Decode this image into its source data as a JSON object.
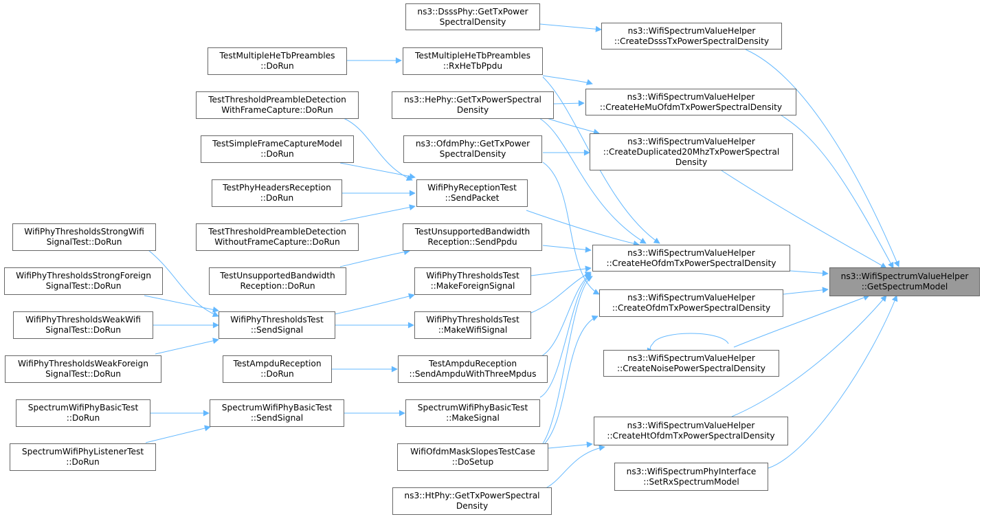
{
  "colors": {
    "edge": "#63b8ff",
    "border": "#666666",
    "root_fill": "#999999",
    "node_fill": "#ffffff"
  },
  "nodes": {
    "root": {
      "l1": "ns3::WifiSpectrumValueHelper",
      "l2": "::GetSpectrumModel"
    },
    "dsss": {
      "l1": "ns3::WifiSpectrumValueHelper",
      "l2": "::CreateDsssTxPowerSpectralDensity"
    },
    "hemu": {
      "l1": "ns3::WifiSpectrumValueHelper",
      "l2": "::CreateHeMuOfdmTxPowerSpectralDensity"
    },
    "dup20": {
      "l1": "ns3::WifiSpectrumValueHelper",
      "l2": "::CreateDuplicated20MhzTxPowerSpectral",
      "l3": "Density"
    },
    "heofdm": {
      "l1": "ns3::WifiSpectrumValueHelper",
      "l2": "::CreateHeOfdmTxPowerSpectralDensity"
    },
    "ofdm": {
      "l1": "ns3::WifiSpectrumValueHelper",
      "l2": "::CreateOfdmTxPowerSpectralDensity"
    },
    "noise": {
      "l1": "ns3::WifiSpectrumValueHelper",
      "l2": "::CreateNoisePowerSpectralDensity"
    },
    "htofdm": {
      "l1": "ns3::WifiSpectrumValueHelper",
      "l2": "::CreateHtOfdmTxPowerSpectralDensity"
    },
    "setrx": {
      "l1": "ns3::WifiSpectrumPhyInterface",
      "l2": "::SetRxSpectrumModel"
    },
    "dsssphy": {
      "l1": "ns3::DsssPhy::GetTxPower",
      "l2": "SpectralDensity"
    },
    "rxhetb": {
      "l1": "TestMultipleHeTbPreambles",
      "l2": "::RxHeTbPpdu"
    },
    "hephy": {
      "l1": "ns3::HePhy::GetTxPowerSpectral",
      "l2": "Density"
    },
    "ofdmphy": {
      "l1": "ns3::OfdmPhy::GetTxPower",
      "l2": "SpectralDensity"
    },
    "sendpacket": {
      "l1": "WifiPhyReceptionTest",
      "l2": "::SendPacket"
    },
    "sendppdu": {
      "l1": "TestUnsupportedBandwidth",
      "l2": "Reception::SendPpdu"
    },
    "foreign": {
      "l1": "WifiPhyThresholdsTest",
      "l2": "::MakeForeignSignal"
    },
    "makewifi": {
      "l1": "WifiPhyThresholdsTest",
      "l2": "::MakeWifiSignal"
    },
    "ampdu3": {
      "l1": "TestAmpduReception",
      "l2": "::SendAmpduWithThreeMpdus"
    },
    "makesignal": {
      "l1": "SpectrumWifiPhyBasicTest",
      "l2": "::MakeSignal"
    },
    "masksetup": {
      "l1": "WifiOfdmMaskSlopesTestCase",
      "l2": "::DoSetup"
    },
    "htphy": {
      "l1": "ns3::HtPhy::GetTxPowerSpectral",
      "l2": "Density"
    },
    "mhetbrun": {
      "l1": "TestMultipleHeTbPreambles",
      "l2": "::DoRun"
    },
    "tpdwith": {
      "l1": "TestThresholdPreambleDetection",
      "l2": "WithFrameCapture::DoRun"
    },
    "simplefc": {
      "l1": "TestSimpleFrameCaptureModel",
      "l2": "::DoRun"
    },
    "headers": {
      "l1": "TestPhyHeadersReception",
      "l2": "::DoRun"
    },
    "tpdwithout": {
      "l1": "TestThresholdPreambleDetection",
      "l2": "WithoutFrameCapture::DoRun"
    },
    "unsuprun": {
      "l1": "TestUnsupportedBandwidth",
      "l2": "Reception::DoRun"
    },
    "thrsend": {
      "l1": "WifiPhyThresholdsTest",
      "l2": "::SendSignal"
    },
    "ampdurun": {
      "l1": "TestAmpduReception",
      "l2": "::DoRun"
    },
    "basicsend": {
      "l1": "SpectrumWifiPhyBasicTest",
      "l2": "::SendSignal"
    },
    "strongwifi": {
      "l1": "WifiPhyThresholdsStrongWifi",
      "l2": "SignalTest::DoRun"
    },
    "strongfor": {
      "l1": "WifiPhyThresholdsStrongForeign",
      "l2": "SignalTest::DoRun"
    },
    "weakwifi": {
      "l1": "WifiPhyThresholdsWeakWifi",
      "l2": "SignalTest::DoRun"
    },
    "weakfor": {
      "l1": "WifiPhyThresholdsWeakForeign",
      "l2": "SignalTest::DoRun"
    },
    "basicrun": {
      "l1": "SpectrumWifiPhyBasicTest",
      "l2": "::DoRun"
    },
    "listener": {
      "l1": "SpectrumWifiPhyListenerTest",
      "l2": "::DoRun"
    }
  }
}
